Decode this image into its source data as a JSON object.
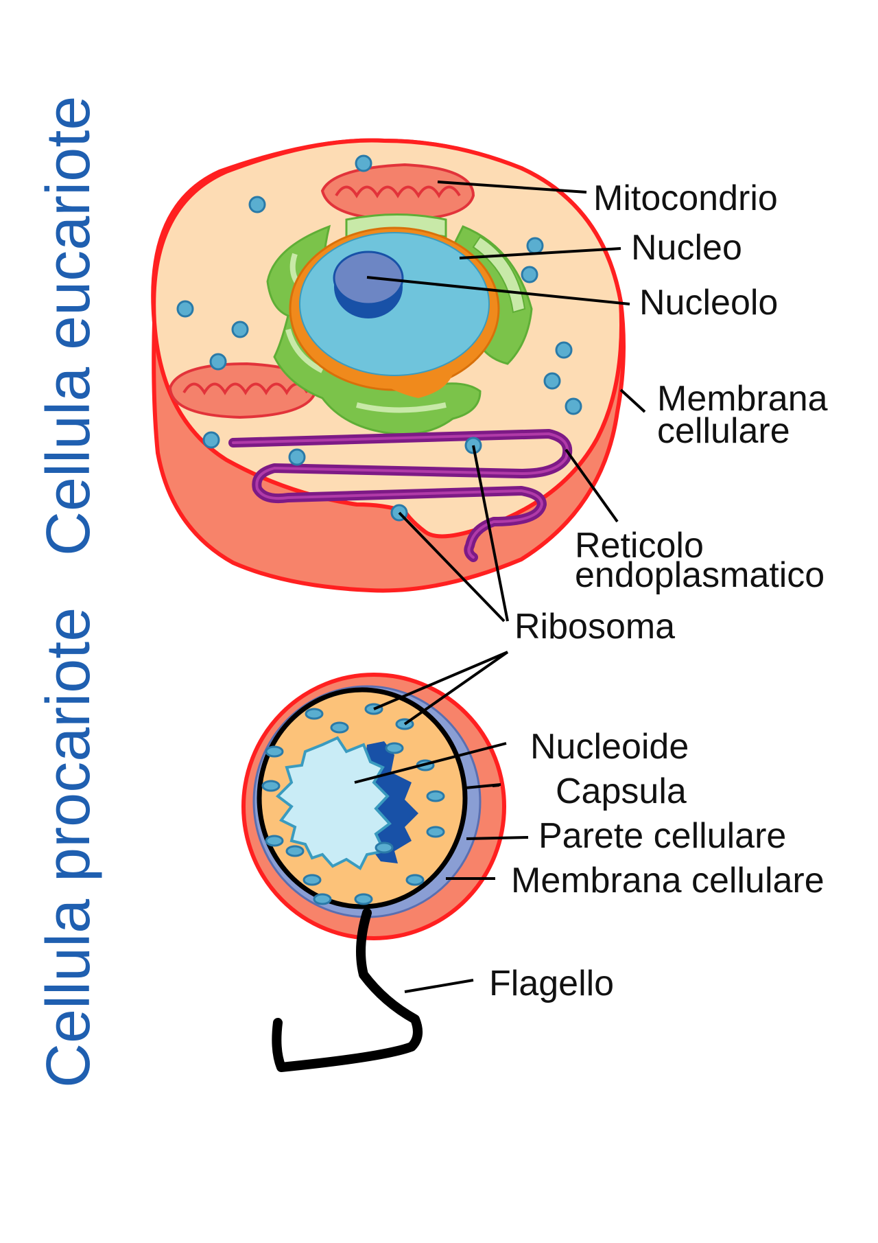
{
  "side_titles": {
    "eukaryote": "Cellula eucariote",
    "prokaryote": "Cellula procariote"
  },
  "eukaryote_labels": {
    "mitochondrion": "Mitocondrio",
    "nucleus": "Nucleo",
    "nucleolus": "Nucleolo",
    "membrane_line1": "Membrana",
    "membrane_line2": "cellulare",
    "er_line1": "Reticolo",
    "er_line2": "endoplasmatico"
  },
  "shared_labels": {
    "ribosome": "Ribosoma"
  },
  "prokaryote_labels": {
    "nucleoid": "Nucleoide",
    "capsule": "Capsula",
    "cell_wall": "Parete cellulare",
    "cell_membrane": "Membrana cellulare",
    "flagellum": "Flagello"
  },
  "colors": {
    "title_blue": "#1f5fb0",
    "membrane_red": "#ff2020",
    "cytoplasm": "#fddcb4",
    "cell_side": "#f7836a",
    "mito_fill": "#f4816b",
    "green_er": "#7bc34a",
    "nucleus_blue": "#6fc4dc",
    "nuclear_envelope": "#f08a1c",
    "nucleolus": "#6d86c4",
    "rough_er_purple": "#7d1a86",
    "ribosome_blue": "#5aaed0",
    "prok_cytoplasm": "#fcc279",
    "wall_blue": "#8a9ed4",
    "nucleoid_light": "#c9ecf6",
    "nucleoid_dark": "#1851a7"
  }
}
